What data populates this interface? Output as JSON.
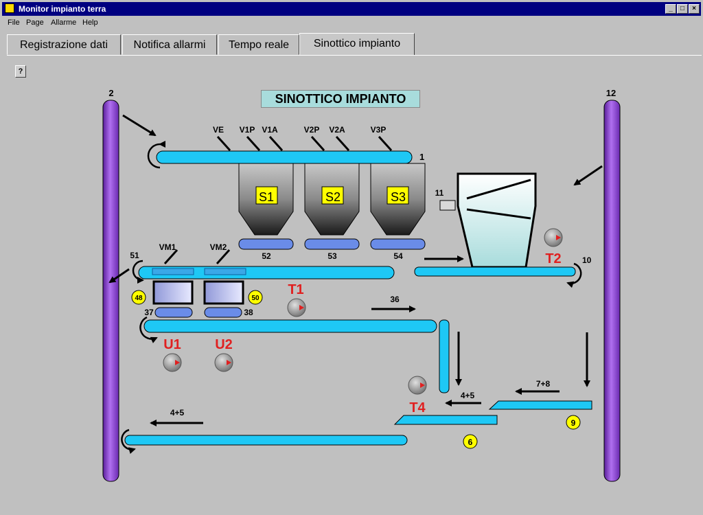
{
  "window": {
    "title": "Monitor impianto terra"
  },
  "menu": [
    "File",
    "Page",
    "Allarme",
    "Help"
  ],
  "tabs": [
    {
      "label": "Registrazione dati"
    },
    {
      "label": "Notifica allarmi"
    },
    {
      "label": "Tempo reale"
    },
    {
      "label": "Sinottico impianto"
    }
  ],
  "help_button": "?",
  "panel_title": "SINOTTICO IMPIANTO",
  "silos": {
    "s1": "S1",
    "s2": "S2",
    "s3": "S3"
  },
  "valves": {
    "ve": "VE",
    "v1p": "V1P",
    "v1a": "V1A",
    "v2p": "V2P",
    "v2a": "V2A",
    "v3p": "V3P",
    "vm1": "VM1",
    "vm2": "VM2"
  },
  "numbers": {
    "n1": "1",
    "n2": "2",
    "n12": "12",
    "n11": "11",
    "n10": "10",
    "n51": "51",
    "n52": "52",
    "n53": "53",
    "n54": "54",
    "n36": "36",
    "n37": "37",
    "n38": "38",
    "n48": "48",
    "n50": "50",
    "n78": "7+8",
    "n45a": "4+5",
    "n45b": "4+5",
    "n6": "6",
    "n9": "9"
  },
  "indicators": {
    "t1": "T1",
    "t2": "T2",
    "t4": "T4",
    "u1": "U1",
    "u2": "U2"
  },
  "colors": {
    "conveyor": "#1ec8f5",
    "elevator": "#8a3ccd",
    "alarm_label": "#e02020",
    "badge": "#ffff00"
  }
}
